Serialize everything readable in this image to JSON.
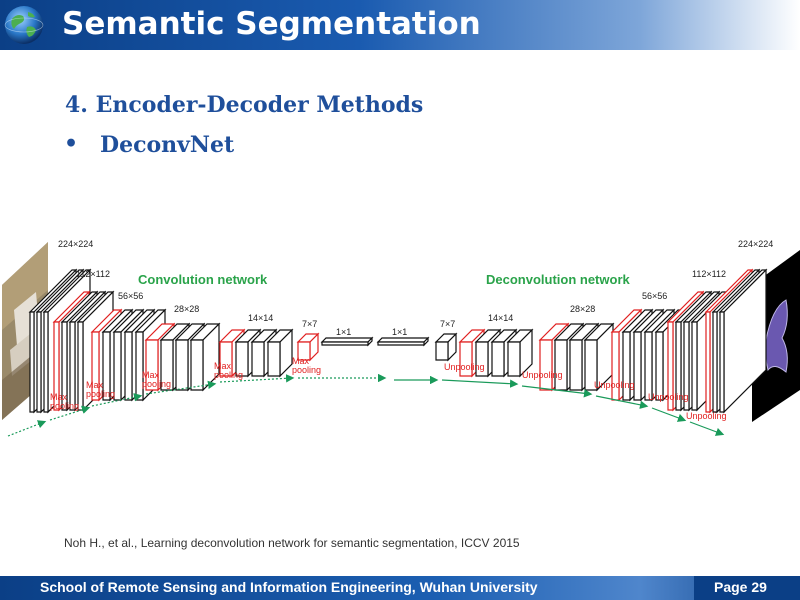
{
  "slide": {
    "title": "Semantic Segmentation",
    "heading": "4. Encoder-Decoder Methods",
    "bullet_symbol": "•",
    "bullet": "DeconvNet",
    "citation": "Noh H., et al.,   Learning deconvolution network for semantic segmentation, ICCV 2015",
    "footer": "School of Remote Sensing and Information Engineering, Wuhan University",
    "page": "Page 29"
  },
  "diagram": {
    "conv_label": "Convolution network",
    "deconv_label": "Deconvolution network",
    "size_labels": [
      "224×224",
      "112×112",
      "56×56",
      "28×28",
      "14×14",
      "7×7",
      "1×1",
      "1×1",
      "7×7",
      "14×14",
      "28×28",
      "56×56",
      "112×112",
      "224×224"
    ],
    "pool_labels": [
      "Max\npooling",
      "Max\npooling",
      "Max\npooling",
      "Max\npooling",
      "Max\npooling"
    ],
    "unpool_labels": [
      "Unpooling",
      "Unpooling",
      "Unpooling",
      "Unpooling",
      "Unpooling"
    ],
    "colors": {
      "pool_red": "#e02020",
      "label_green": "#2aa34a",
      "arrow_green": "#1a9a5a",
      "text_blue": "#1f4f9b",
      "header_blue": "#0b3f86"
    }
  }
}
